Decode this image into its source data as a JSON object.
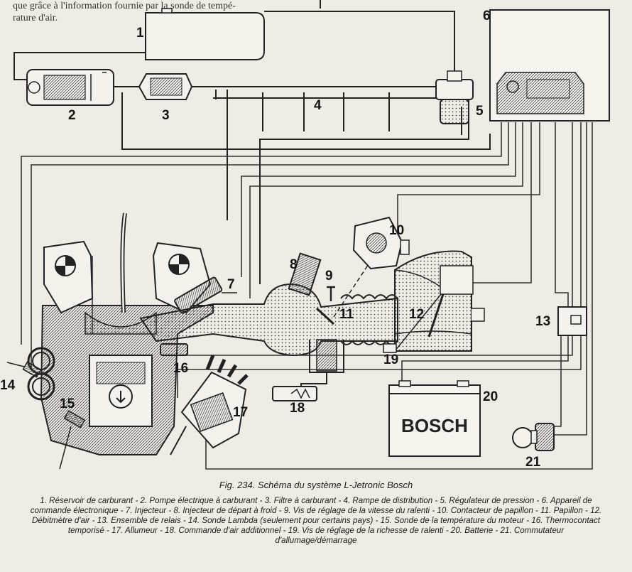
{
  "header_text": "que grâce à l'information fournie par la sonde de tempé-",
  "header_text_2": "rature d'air.",
  "caption": {
    "figure_title": "Fig. 234. Schéma du système L-Jetronic Bosch",
    "legend": "1. Réservoir de carburant - 2. Pompe électrique à carburant - 3. Filtre à carburant - 4. Rampe de distribution - 5. Régulateur de pression - 6. Appareil de commande électronique - 7. Injecteur - 8. Injecteur de départ à froid - 9. Vis de réglage de la vitesse du ralenti - 10. Contacteur de papillon - 11. Papillon - 12. Débitmètre d'air - 13. Ensemble de relais - 14. Sonde Lambda (seulement pour certains pays) - 15. Sonde de la température du moteur - 16. Thermocontact temporisé - 17. Allumeur - 18. Commande d'air additionnel - 19. Vis de réglage de la richesse de ralenti - 20. Batterie - 21. Commutateur d'allumage/démarrage"
  },
  "battery_brand": "BOSCH",
  "callouts": [
    "1",
    "2",
    "3",
    "4",
    "5",
    "6",
    "7",
    "8",
    "9",
    "10",
    "11",
    "12",
    "13",
    "14",
    "15",
    "16",
    "17",
    "18",
    "19",
    "20",
    "21"
  ],
  "colors": {
    "paper": "#efece6",
    "ink": "#1c1c1c"
  }
}
